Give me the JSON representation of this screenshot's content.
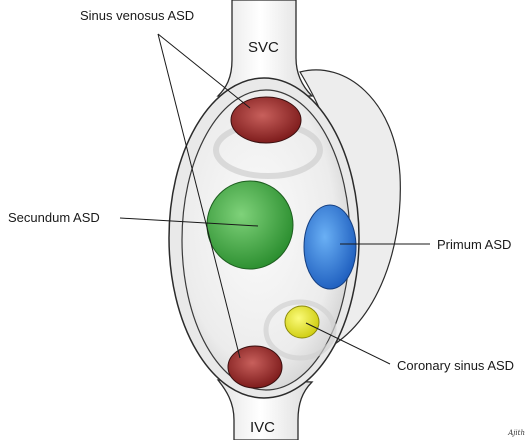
{
  "labels": {
    "sinus_venosus": "Sinus venosus ASD",
    "svc": "SVC",
    "ivc": "IVC",
    "secundum": "Secundum ASD",
    "primum": "Primum ASD",
    "coronary_sinus": "Coronary sinus ASD"
  },
  "signature_text": "Ajith",
  "colors": {
    "sinus_venosus_defect": "#9a2a2a",
    "secundum_defect": "#3fa83f",
    "primum_defect": "#2f78d8",
    "coronary_sinus_defect": "#e4e21c",
    "septum_shading": "#d7d7d7",
    "outline": "#2b2b2b"
  }
}
